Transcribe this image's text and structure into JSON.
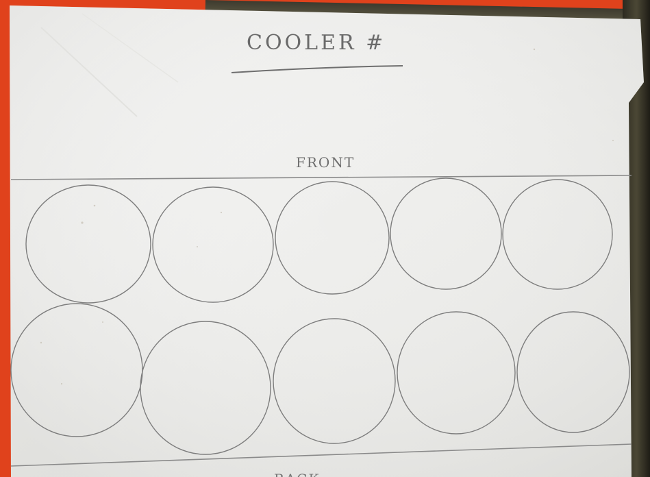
{
  "sheet": {
    "title": "COOLER #",
    "front_label": "FRONT",
    "back_label": "BACK"
  },
  "grid": {
    "rows": 2,
    "columns": 5,
    "circle_count": 10
  },
  "colors": {
    "background": "#e0421c",
    "paper": "#f4f4f2",
    "pencil": "#7a7a7a"
  }
}
